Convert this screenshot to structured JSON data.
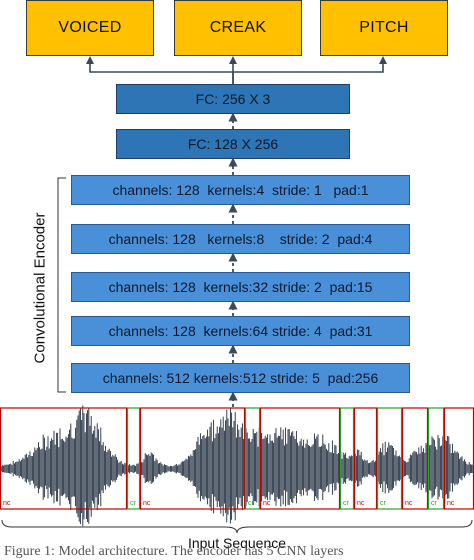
{
  "outputs": [
    "VOICED",
    "CREAK",
    "PITCH"
  ],
  "fc_layers": [
    "FC: 256 X 3",
    "FC: 128 X 256"
  ],
  "conv_layers": [
    "channels: 128  kernels:4  stride: 1   pad:1",
    "channels: 128   kernels:8    stride: 2  pad:4",
    "channels: 128  kernels:32 stride: 2  pad:15",
    "channels: 128  kernels:64 stride: 4  pad:31",
    "channels: 512 kernels:512 stride: 5  pad:256"
  ],
  "encoder_label": "Convolutional Encoder",
  "segments": [
    "nc",
    "cr",
    "nc",
    "cr",
    "nc",
    "cr",
    "nc",
    "cr",
    "nc",
    "cr",
    "nc"
  ],
  "input_label": "Input Sequence",
  "caption": "Figure 1:  Model architecture. The encoder has 5 CNN layers",
  "colors": {
    "output": "#ffc000",
    "fc": "#2e75b6",
    "conv": "#4a90d9",
    "nc_box": "#c00000",
    "cr_box": "#2ca02c",
    "waveform": "#1f2d3d"
  }
}
